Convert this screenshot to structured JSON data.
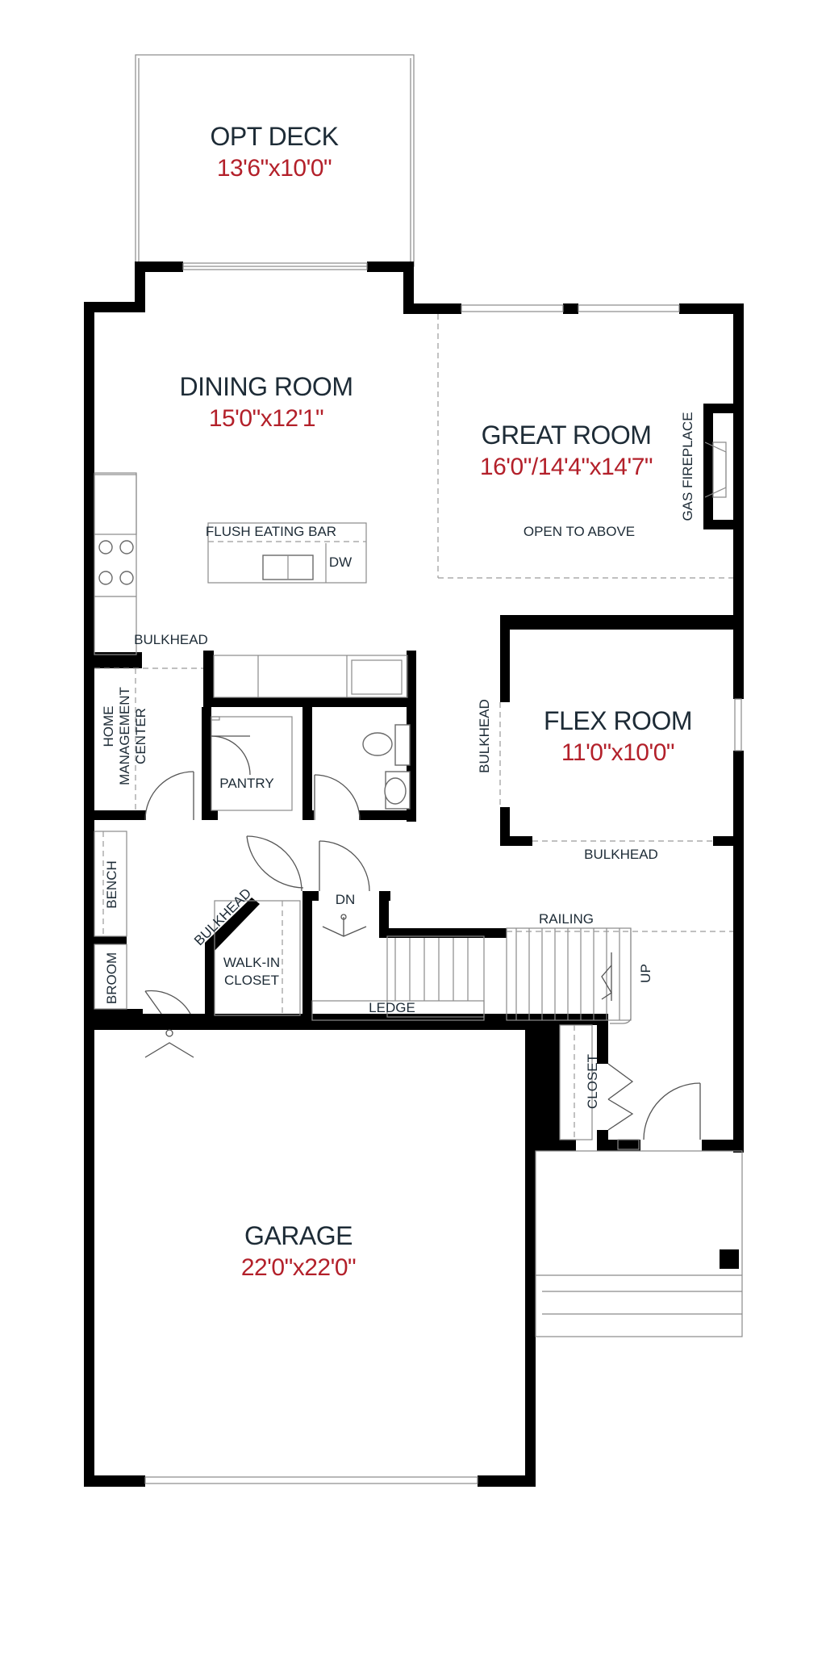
{
  "rooms": {
    "deck": {
      "name": "OPT DECK",
      "size": "13'6\"x10'0\""
    },
    "dining": {
      "name": "DINING ROOM",
      "size": "15'0\"x12'1\""
    },
    "great": {
      "name": "GREAT ROOM",
      "size": "16'0\"/14'4\"x14'7\""
    },
    "flex": {
      "name": "FLEX ROOM",
      "size": "11'0\"x10'0\""
    },
    "garage": {
      "name": "GARAGE",
      "size": "22'0\"x22'0\""
    }
  },
  "labels": {
    "flush_eating_bar": "FLUSH EATING BAR",
    "dw": "DW",
    "open_to_above": "OPEN TO ABOVE",
    "gas_fireplace": "GAS FIREPLACE",
    "bulkhead": "BULKHEAD",
    "home_management_center_1": "HOME",
    "home_management_center_2": "MANAGEMENT",
    "home_management_center_3": "CENTER",
    "pantry": "PANTRY",
    "bench": "BENCH",
    "broom": "BROOM",
    "walk_in_closet_1": "WALK-IN",
    "walk_in_closet_2": "CLOSET",
    "dn": "DN",
    "railing": "RAILING",
    "ledge": "LEDGE",
    "up": "UP",
    "closet": "CLOSET"
  }
}
